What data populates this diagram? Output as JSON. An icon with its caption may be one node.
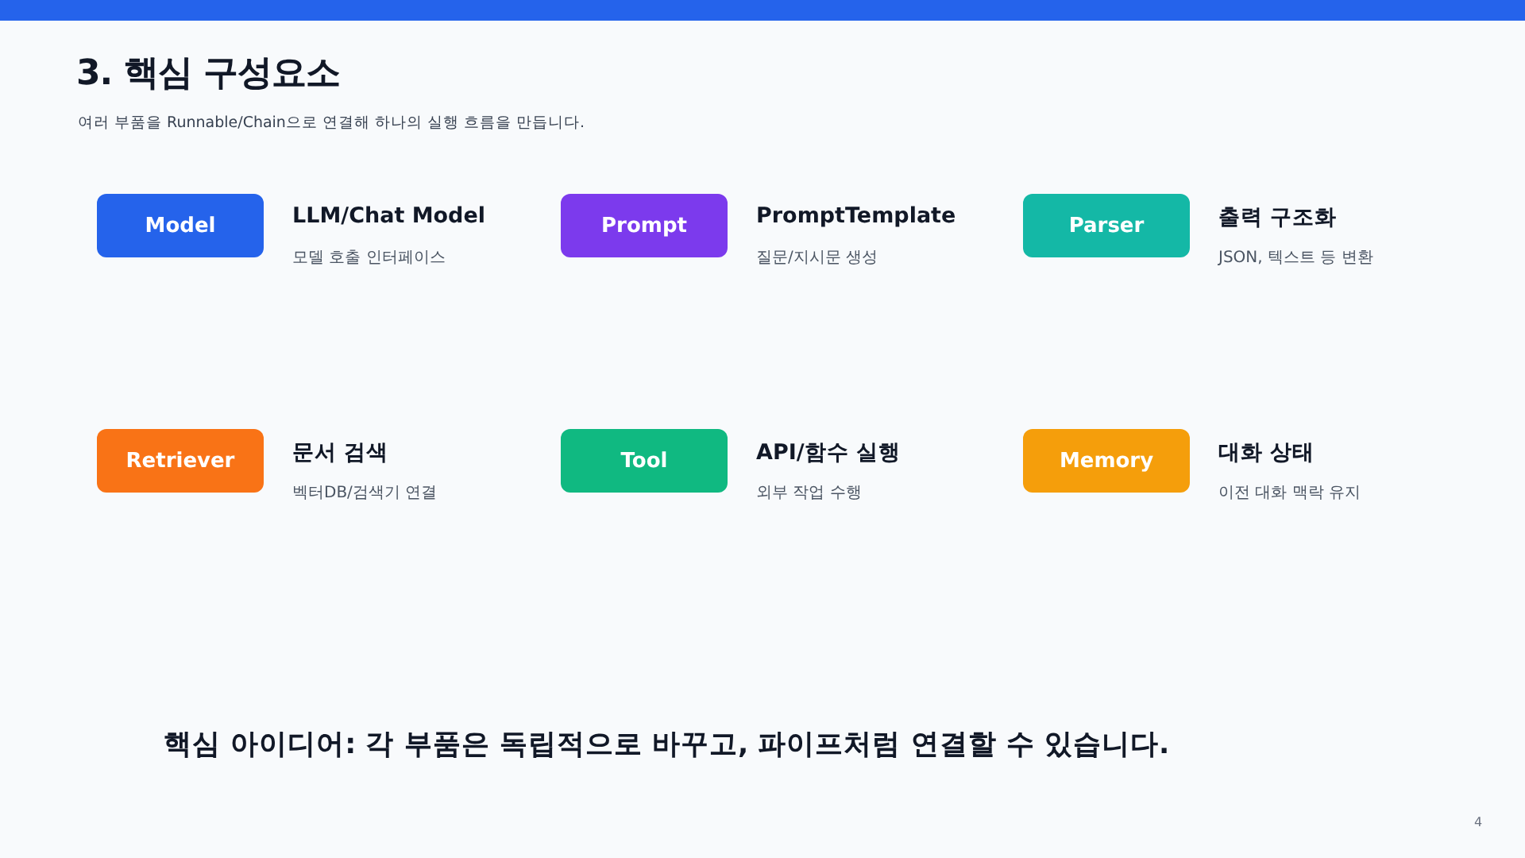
{
  "diagram": {
    "title": "3. 핵심 구성요소",
    "nodes": [
      {
        "text": [
          "Model"
        ],
        "beside": [
          "LLM/Chat Model",
          "모델 호출 인터페이스"
        ]
      },
      {
        "text": [
          "Prompt"
        ],
        "beside": [
          "PromptTemplate",
          "질문/지시문 생성"
        ]
      },
      {
        "text": [
          "Parser"
        ],
        "beside": [
          "출력 구조화",
          "JSON, 텍스트 등 변환"
        ]
      },
      {
        "text": [
          "Retriever"
        ],
        "beside": [
          "문서 검색",
          "벡터DB/검색기 연결"
        ]
      },
      {
        "text": [
          "Tool"
        ],
        "beside": [
          "API/함수 실행",
          "외부 작업 수행"
        ]
      },
      {
        "text": [
          "Memory"
        ],
        "beside": [
          "대화 상태",
          "이전 대화 맥락 유지"
        ]
      }
    ],
    "edges": [],
    "labels": [
      "여러 부품을 Runnable/Chain으로 연결해 하나의 실행 흐름을 만듭니다.",
      "핵심 아이디어: 각 부품은 독립적으로 바꾸고, 파이프처럼 연결할 수 있습니다.",
      "4"
    ]
  }
}
